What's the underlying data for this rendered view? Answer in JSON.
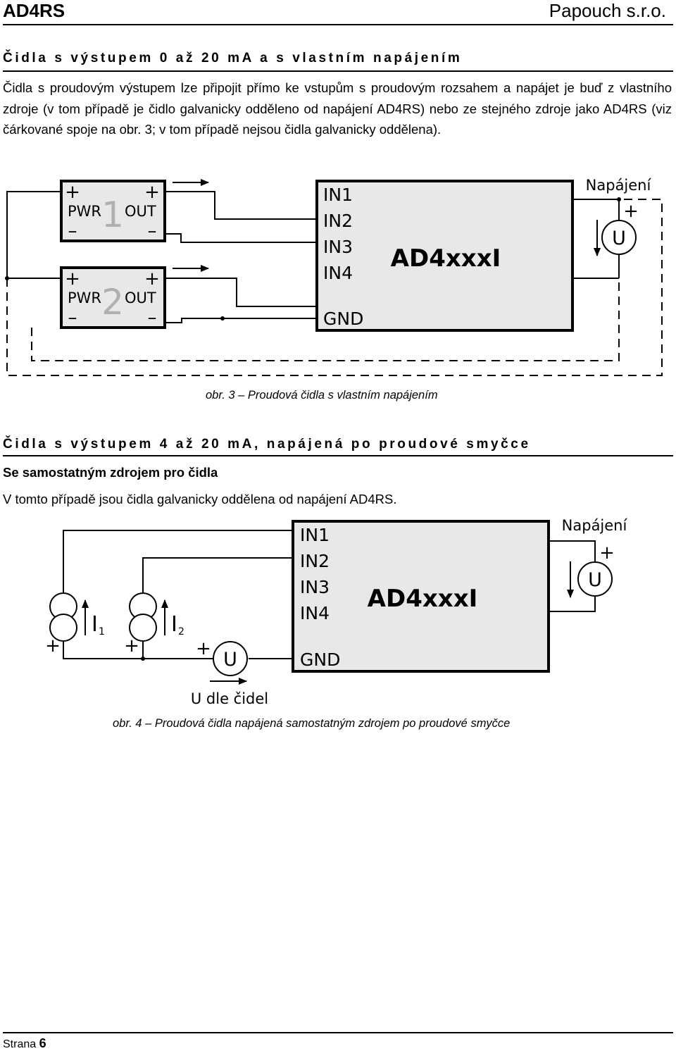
{
  "header": {
    "doc_title": "AD4RS",
    "company": "Papouch s.r.o."
  },
  "section1": {
    "title": "Čidla s výstupem 0 až 20 mA a s vlastním napájením",
    "paragraph": "Čidla s proudovým výstupem lze připojit přímo ke vstupům s proudovým rozsahem a napájet je buď z vlastního zdroje (v tom případě je čidlo galvanicky odděleno od napájení AD4RS) nebo ze stejného zdroje jako AD4RS (viz čárkované spoje na obr. 3; v tom případě nejsou čidla galvanicky oddělena).",
    "figure": {
      "module_label": "AD4xxxI",
      "inputs": [
        "IN1",
        "IN2",
        "IN3",
        "IN4"
      ],
      "gnd": "GND",
      "supply_label": "Napájení",
      "voltage_symbol": "U",
      "plus": "+",
      "minus": "–",
      "sensor1": {
        "number": "1",
        "pwr": "PWR",
        "out": "OUT"
      },
      "sensor2": {
        "number": "2",
        "pwr": "PWR",
        "out": "OUT"
      }
    },
    "caption": "obr. 3 – Proudová čidla s vlastním napájením"
  },
  "section2": {
    "title": "Čidla s výstupem 4 až 20 mA, napájená po proudové smyčce",
    "subtitle": "Se samostatným zdrojem pro čidla",
    "paragraph": "V tomto případě jsou čidla galvanicky oddělena od napájení AD4RS.",
    "figure": {
      "module_label": "AD4xxxI",
      "inputs": [
        "IN1",
        "IN2",
        "IN3",
        "IN4"
      ],
      "gnd": "GND",
      "supply_label": "Napájení",
      "voltage_symbol": "U",
      "plus": "+",
      "current1": "I",
      "current1_sub": "1",
      "current2": "I",
      "current2_sub": "2",
      "sensor_voltage_label": "U dle čidel"
    },
    "caption": "obr. 4 – Proudová čidla napájená samostatným zdrojem po proudové smyčce"
  },
  "footer": {
    "page_prefix": "Strana",
    "page_number": "6"
  }
}
